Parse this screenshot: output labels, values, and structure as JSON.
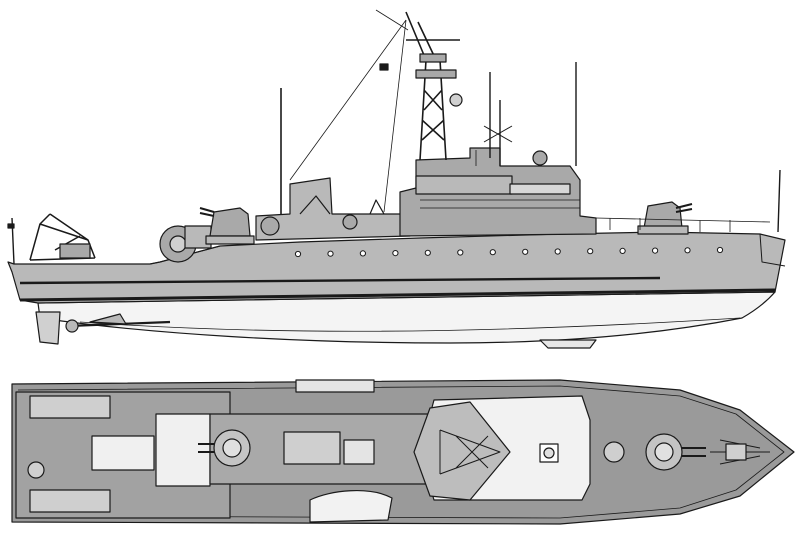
{
  "drawing": {
    "subject": "",
    "views": [
      {
        "id": "profile",
        "kind": "side-elevation"
      },
      {
        "id": "plan",
        "kind": "deck-plan"
      }
    ],
    "colors": {
      "paper": "#ffffff",
      "line": "#1a1a1a",
      "hull_grey": "#b9b9b9",
      "superstructure_grey": "#a9a9a9",
      "deck_grey": "#9a9a9a",
      "underwater_white": "#f4f4f4",
      "light_panel": "#ececec"
    },
    "porthole_count": 14
  }
}
